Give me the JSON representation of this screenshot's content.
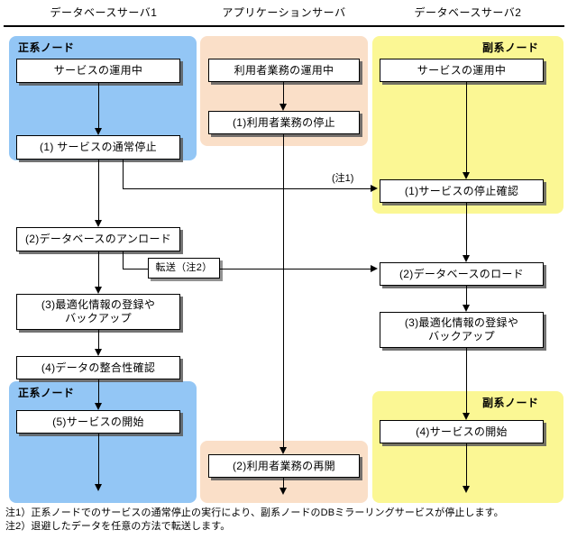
{
  "diagram": {
    "title_columns": [
      {
        "label": "データベースサーバ1"
      },
      {
        "label": "アプリケーションサーバ"
      },
      {
        "label": "データベースサーバ2"
      }
    ],
    "panels": {
      "db1_primary_top": {
        "label": "正系ノード",
        "color": "#93c6f5"
      },
      "db1_primary_bottom": {
        "label": "正系ノード",
        "color": "#93c6f5"
      },
      "app_top": {
        "label": "",
        "color": "#fadfc8"
      },
      "app_bottom": {
        "label": "",
        "color": "#fadfc8"
      },
      "db2_secondary_top": {
        "label": "副系ノード",
        "color": "#fbf794"
      },
      "db2_secondary_bottom": {
        "label": "副系ノード",
        "color": "#fbf794"
      }
    },
    "nodes": {
      "db1_running": "サービスの運用中",
      "db1_step1": "(1) サービスの通常停止",
      "db1_step2": "(2)データベースのアンロード",
      "db1_step3": "(3)最適化情報の登録や\nバックアップ",
      "db1_step4": "(4)データの整合性確認",
      "db1_step5": "(5)サービスの開始",
      "app_running": "利用者業務の運用中",
      "app_step1": "(1)利用者業務の停止",
      "app_step2": "(2)利用者業務の再開",
      "db2_running": "サービスの運用中",
      "db2_step1": "(1)サービスの停止確認",
      "db2_step2": "(2)データベースのロード",
      "db2_step3": "(3)最適化情報の登録や\nバックアップ",
      "db2_step4": "(4)サービスの開始",
      "transfer": "転送（注2）"
    },
    "edge_labels": {
      "note1": "(注1)"
    },
    "footnotes": [
      "注1）正系ノードでのサービスの通常停止の実行により、副系ノードのDBミラーリングサービスが停止します。",
      "注2）退避したデータを任意の方法で転送します。"
    ]
  }
}
